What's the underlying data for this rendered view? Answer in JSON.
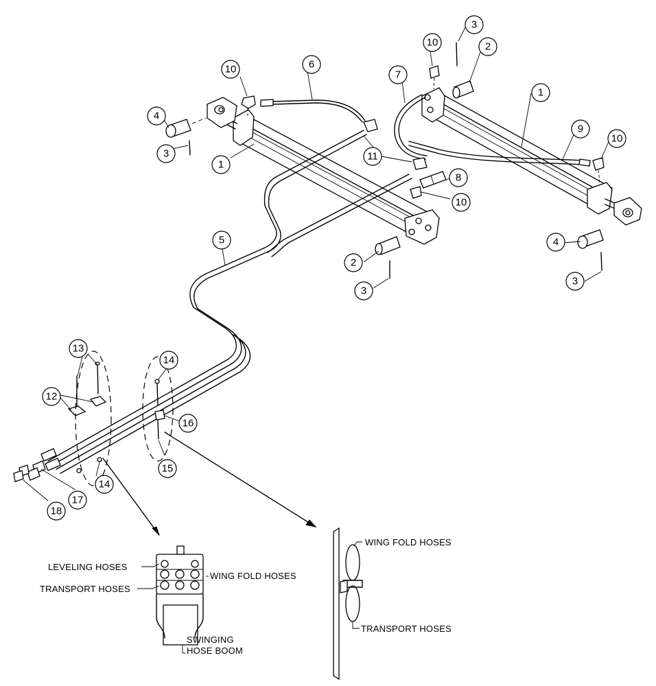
{
  "callouts": [
    {
      "id": "c1a",
      "num": "1"
    },
    {
      "id": "c1b",
      "num": "1"
    },
    {
      "id": "c2a",
      "num": "2"
    },
    {
      "id": "c2b",
      "num": "2"
    },
    {
      "id": "c3a",
      "num": "3"
    },
    {
      "id": "c3b",
      "num": "3"
    },
    {
      "id": "c3c",
      "num": "3"
    },
    {
      "id": "c3d",
      "num": "3"
    },
    {
      "id": "c4a",
      "num": "4"
    },
    {
      "id": "c4b",
      "num": "4"
    },
    {
      "id": "c5",
      "num": "5"
    },
    {
      "id": "c6",
      "num": "6"
    },
    {
      "id": "c7",
      "num": "7"
    },
    {
      "id": "c8",
      "num": "8"
    },
    {
      "id": "c9",
      "num": "9"
    },
    {
      "id": "c10a",
      "num": "10"
    },
    {
      "id": "c10b",
      "num": "10"
    },
    {
      "id": "c10c",
      "num": "10"
    },
    {
      "id": "c10d",
      "num": "10"
    },
    {
      "id": "c11",
      "num": "11"
    },
    {
      "id": "c12",
      "num": "12"
    },
    {
      "id": "c13",
      "num": "13"
    },
    {
      "id": "c14a",
      "num": "14"
    },
    {
      "id": "c14b",
      "num": "14"
    },
    {
      "id": "c15",
      "num": "15"
    },
    {
      "id": "c16",
      "num": "16"
    },
    {
      "id": "c17",
      "num": "17"
    },
    {
      "id": "c18",
      "num": "18"
    }
  ],
  "labels": {
    "leveling_hoses": "LEVELING HOSES",
    "transport_hoses_left": "TRANSPORT HOSES",
    "wing_fold_hoses_left": "WING FOLD HOSES",
    "swinging_line1": "SWINGING",
    "swinging_line2": "HOSE BOOM",
    "wing_fold_hoses_right": "WING FOLD HOSES",
    "transport_hoses_right": "TRANSPORT HOSES"
  }
}
